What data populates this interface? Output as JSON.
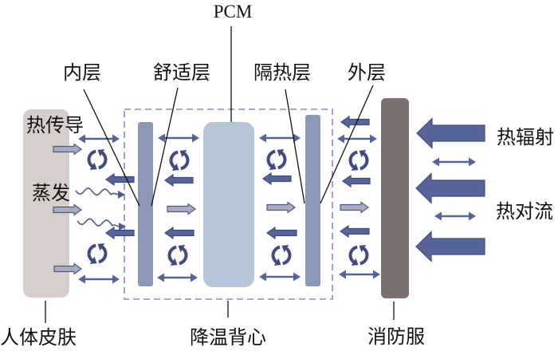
{
  "layers": {
    "skin": {
      "label": "人体皮肤",
      "color": "#d5cecc"
    },
    "cooling_vest": {
      "label": "降温背心",
      "border_color": "#7f8ec0"
    },
    "inner_layer": {
      "label": "内层",
      "color": "#8b97bb"
    },
    "comfort_layer": {
      "label": "舒适层"
    },
    "pcm": {
      "label": "PCM",
      "color": "#b5c6d8"
    },
    "insulation_layer": {
      "label": "隔热层",
      "color": "#8b97bb"
    },
    "outer_layer": {
      "label": "外层"
    },
    "fire_suit": {
      "label": "消防服",
      "color": "#7a706f"
    }
  },
  "heat_transfer_labels": {
    "conduction": "热传导",
    "evaporation": "蒸发",
    "radiation": "热辐射",
    "convection": "热对流"
  },
  "arrow_colors": {
    "dark_fill": "#56649a",
    "dark_outline": "#3f4c80",
    "gray_fill": "#a8acbc",
    "gray_outline": "#4e5a8a",
    "thin_arrow": "#5563a0"
  },
  "flow_zones": [
    {
      "id": "skin-to-inner-layer",
      "flows": [
        "bidirectional",
        "outward",
        "cycle",
        "inward",
        "evaporation",
        "outward",
        "evaporation",
        "inward",
        "cycle",
        "outward",
        "bidirectional"
      ]
    },
    {
      "id": "inner-layer-to-pcm",
      "flows": [
        "bidirectional",
        "cycle",
        "inward",
        "outward",
        "inward",
        "cycle",
        "bidirectional"
      ]
    },
    {
      "id": "pcm-to-insulation-layer",
      "flows": [
        "bidirectional",
        "cycle",
        "inward",
        "outward",
        "inward",
        "cycle",
        "bidirectional"
      ]
    },
    {
      "id": "insulation-layer-to-fire-suit",
      "flows": [
        "inward",
        "bidirectional",
        "cycle",
        "inward",
        "outward",
        "inward",
        "cycle",
        "bidirectional"
      ]
    },
    {
      "id": "environment-to-fire-suit",
      "flows": [
        "big-inward",
        "bidirectional",
        "big-inward",
        "bidirectional",
        "big-inward"
      ]
    }
  ]
}
